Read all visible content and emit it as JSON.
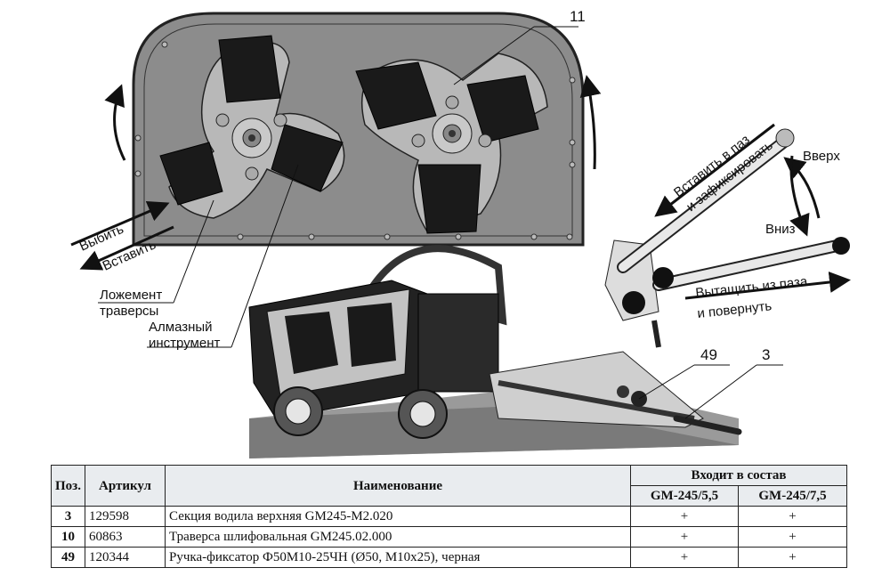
{
  "labels": {
    "callout_11": "11",
    "callout_49": "49",
    "callout_3": "3",
    "vybit": "Выбить",
    "vstavit": "Вставить",
    "lozhement_1": "Ложемент",
    "lozhement_2": "траверсы",
    "almaz_1": "Алмазный",
    "almaz_2": "инструмент",
    "vstavit_v_paz_1": "Вставить в паз",
    "vstavit_v_paz_2": "и зафиксировать",
    "vverkh": "Вверх",
    "vniz": "Вниз",
    "vytashchit_1": "Вытащить из паза",
    "vytashchit_2": "и повернуть"
  },
  "table": {
    "headers": {
      "pos": "Поз.",
      "article": "Артикул",
      "name": "Наименование",
      "included": "Входит в состав",
      "model_1": "GM-245/5,5",
      "model_2": "GM-245/7,5"
    },
    "rows": [
      {
        "pos": "3",
        "article": "129598",
        "name": "Секция водила верхняя GM245-M2.020",
        "m1": "+",
        "m2": "+"
      },
      {
        "pos": "10",
        "article": "60863",
        "name": "Траверса шлифовальная GM245.02.000",
        "m1": "+",
        "m2": "+"
      },
      {
        "pos": "49",
        "article": "120344",
        "name": "Ручка-фиксатор Ф50М10-25ЧН (Ø50, М10х25), черная",
        "m1": "+",
        "m2": "+"
      }
    ]
  }
}
